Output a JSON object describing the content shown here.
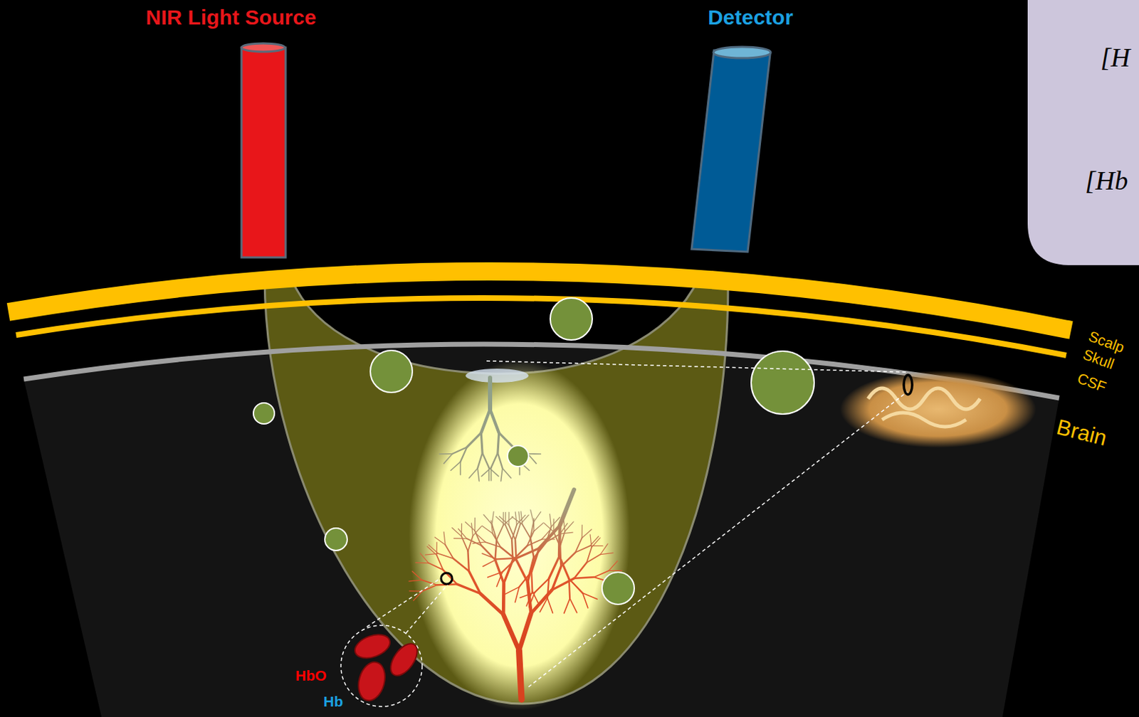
{
  "diagram": {
    "nodes": [
      {
        "text": [
          "NIR Light Source"
        ]
      },
      {
        "text": [
          "Detector"
        ]
      }
    ],
    "labels": [
      "[H",
      "[Hb",
      "Scalp",
      "Skull",
      "CSF",
      "Brain",
      "HbO",
      "Hb"
    ]
  }
}
